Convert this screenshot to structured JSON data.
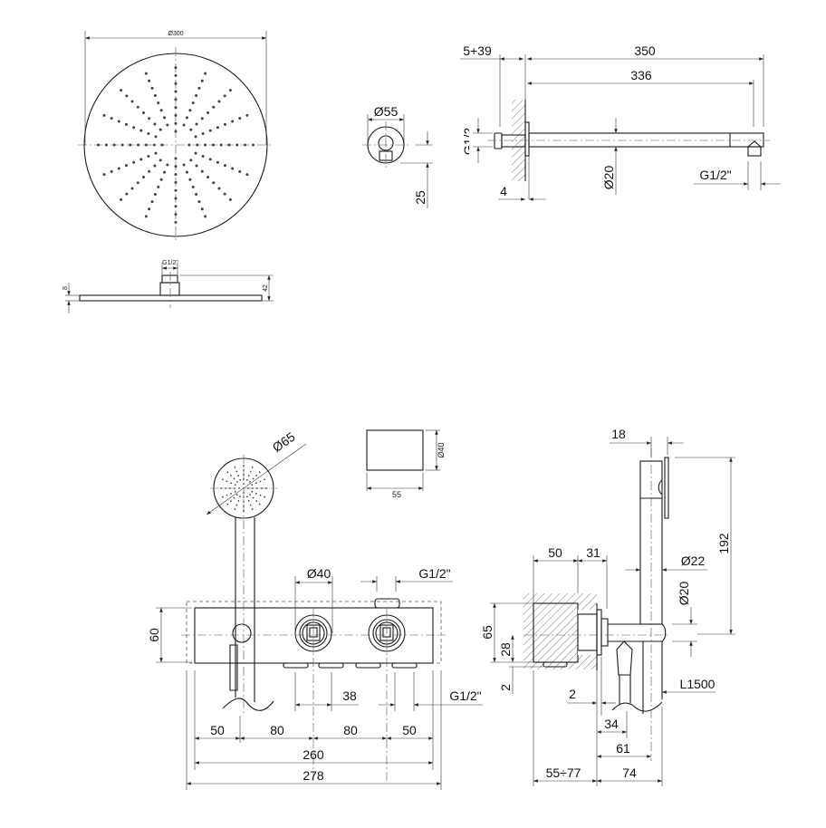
{
  "rain_shower_plan": {
    "diameter": "Ø300"
  },
  "rain_shower_side": {
    "connection": "G1/2\"",
    "height": "42",
    "thickness": "8"
  },
  "wall_flange": {
    "diameter": "Ø55",
    "offset": "25"
  },
  "shower_arm": {
    "wall_range": "5+39",
    "total_length": "350",
    "center_length": "336",
    "tube_diameter": "Ø20",
    "flange": "4",
    "outlet": "G1/2\"",
    "inlet_clipped": "G1/2"
  },
  "hand_shower": {
    "head_diameter": "Ø65"
  },
  "valve_block": {
    "width": "55",
    "diameter": "Ø40"
  },
  "mixer_front": {
    "height": "60",
    "knob_diameter": "Ø40",
    "top_outlet": "G1/2\"",
    "outlet_spacing": "38",
    "bottom_outlet": "G1/2\"",
    "spacings": [
      "50",
      "80",
      "80",
      "50"
    ],
    "body_width": "260",
    "total_width": "278"
  },
  "mixer_side": {
    "bar_offset": "18",
    "bar_height": "192",
    "bar_diameter": "Ø22",
    "hose_diameter": "Ø20",
    "box_depth": "50",
    "projection": "31",
    "box_height": "65",
    "center_height": "28",
    "gap_vertical": "2",
    "gap_horizontal": "2",
    "hose_length": "L1500",
    "hose_offset": "34",
    "bar_center_offset": "61",
    "recess_range": "55÷77",
    "total_projection": "74"
  }
}
